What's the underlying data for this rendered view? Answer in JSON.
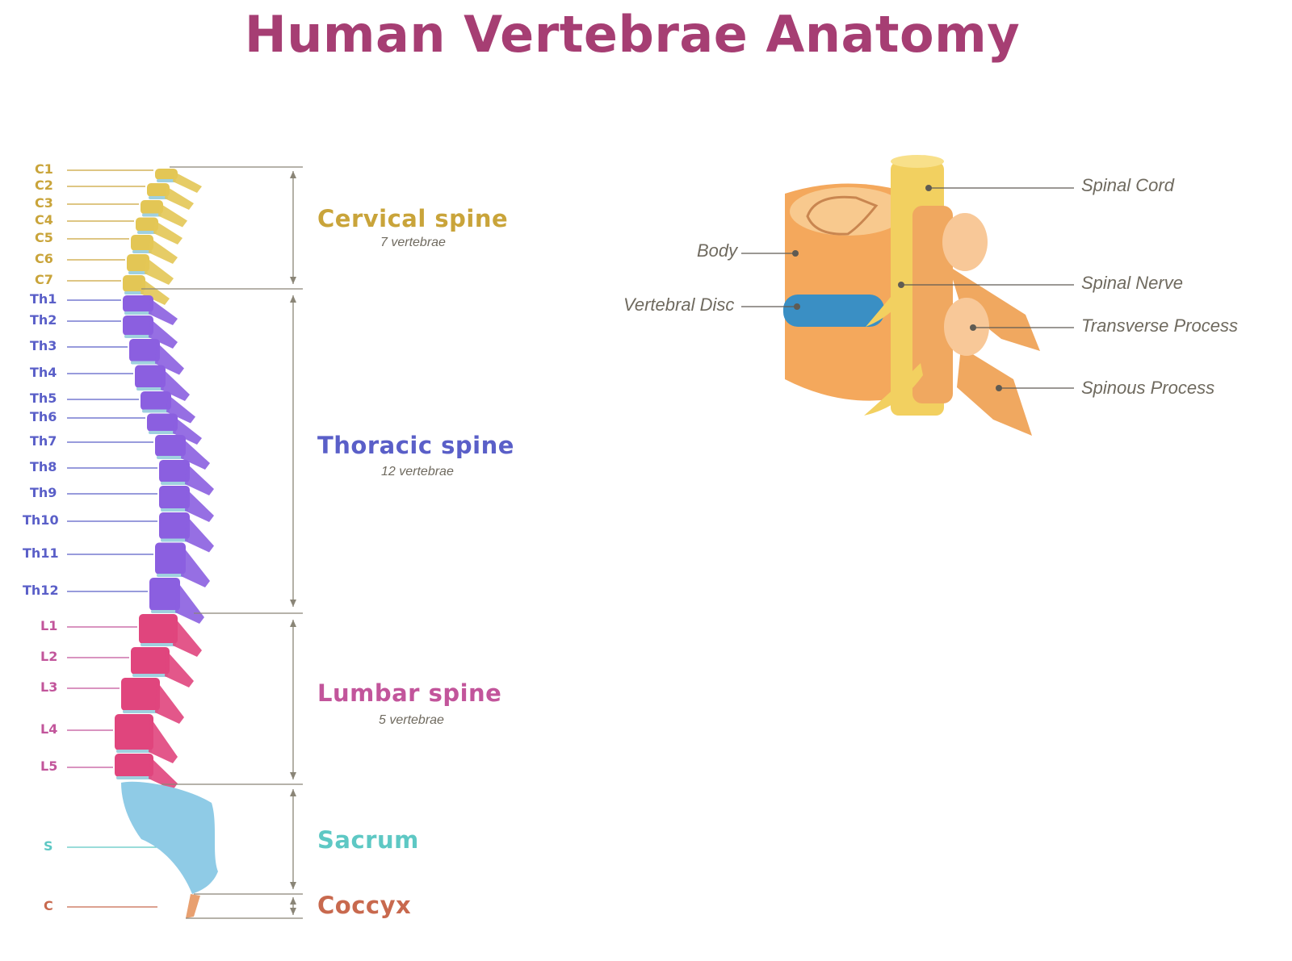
{
  "title": "Human Vertebrae Anatomy",
  "colors": {
    "title": "#a63e73",
    "cervical": "#c9a43a",
    "thoracic": "#5a5fc8",
    "lumbar": "#c2559b",
    "sacrum": "#5ec8c4",
    "coccyx": "#c8694e",
    "bracket": "#8a8577"
  },
  "vertebrae": [
    {
      "label": "C1",
      "region": "cervical"
    },
    {
      "label": "C2",
      "region": "cervical"
    },
    {
      "label": "C3",
      "region": "cervical"
    },
    {
      "label": "C4",
      "region": "cervical"
    },
    {
      "label": "C5",
      "region": "cervical"
    },
    {
      "label": "C6",
      "region": "cervical"
    },
    {
      "label": "C7",
      "region": "cervical"
    },
    {
      "label": "Th1",
      "region": "thoracic"
    },
    {
      "label": "Th2",
      "region": "thoracic"
    },
    {
      "label": "Th3",
      "region": "thoracic"
    },
    {
      "label": "Th4",
      "region": "thoracic"
    },
    {
      "label": "Th5",
      "region": "thoracic"
    },
    {
      "label": "Th6",
      "region": "thoracic"
    },
    {
      "label": "Th7",
      "region": "thoracic"
    },
    {
      "label": "Th8",
      "region": "thoracic"
    },
    {
      "label": "Th9",
      "region": "thoracic"
    },
    {
      "label": "Th10",
      "region": "thoracic"
    },
    {
      "label": "Th11",
      "region": "thoracic"
    },
    {
      "label": "Th12",
      "region": "thoracic"
    },
    {
      "label": "L1",
      "region": "lumbar"
    },
    {
      "label": "L2",
      "region": "lumbar"
    },
    {
      "label": "L3",
      "region": "lumbar"
    },
    {
      "label": "L4",
      "region": "lumbar"
    },
    {
      "label": "L5",
      "region": "lumbar"
    },
    {
      "label": "S",
      "region": "sacrum"
    },
    {
      "label": "C",
      "region": "coccyx"
    }
  ],
  "regions": {
    "cervical": {
      "name": "Cervical spine",
      "count": "7 vertebrae"
    },
    "thoracic": {
      "name": "Thoracic spine",
      "count": "12 vertebrae"
    },
    "lumbar": {
      "name": "Lumbar spine",
      "count": "5 vertebrae"
    },
    "sacrum": {
      "name": "Sacrum"
    },
    "coccyx": {
      "name": "Coccyx"
    }
  },
  "vertebra_parts": {
    "spinal_cord": "Spinal Cord",
    "body": "Body",
    "spinal_nerve": "Spinal Nerve",
    "vertebral_disc": "Vertebral Disc",
    "transverse_process": "Transverse Process",
    "spinous_process": "Spinous Process"
  }
}
